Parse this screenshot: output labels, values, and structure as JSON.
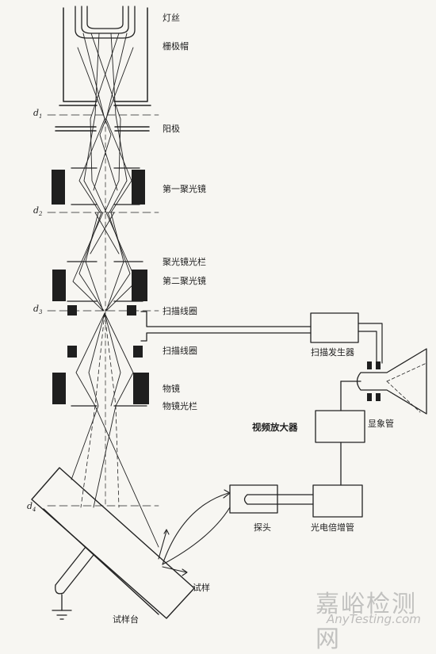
{
  "labels": {
    "filament": "灯丝",
    "grid_cap": "栅极帽",
    "anode": "阳极",
    "first_condenser": "第一聚光镜",
    "condenser_aperture": "聚光镜光栏",
    "second_condenser": "第二聚光镜",
    "scan_coil_1": "扫描线圈",
    "scan_coil_2": "扫描线圈",
    "objective": "物镜",
    "objective_aperture": "物镜光栏",
    "scan_generator": "扫描发生器",
    "display_tube": "显象管",
    "video_amplifier": "视频放大器",
    "probe": "探头",
    "photomultiplier": "光电倍增管",
    "specimen": "试样",
    "specimen_stage": "试样台"
  },
  "distances": [
    {
      "letter": "d",
      "sub": "1"
    },
    {
      "letter": "d",
      "sub": "2"
    },
    {
      "letter": "d",
      "sub": "3"
    },
    {
      "letter": "d",
      "sub": "4"
    }
  ],
  "watermark": {
    "cn": "嘉峪检测网",
    "en": "AnyTesting.com"
  },
  "colors": {
    "ink": "#222222",
    "lens_fill": "#1f1f1f",
    "paper": "#f7f6f2"
  }
}
